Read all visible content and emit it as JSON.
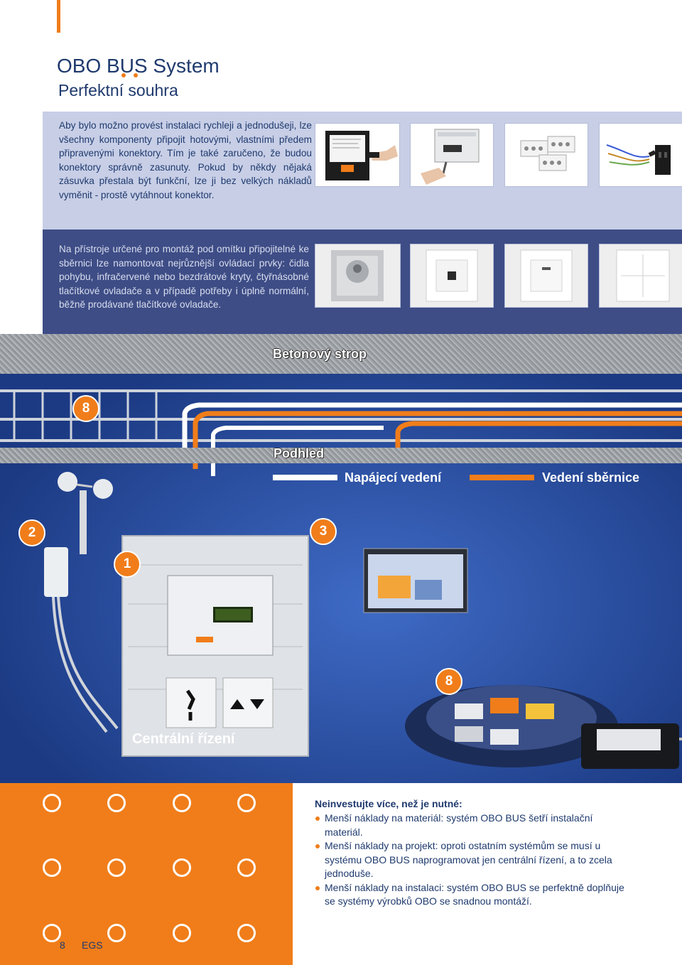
{
  "header": {
    "title": "OBO BUS System",
    "subtitle": "Perfektní souhra"
  },
  "section_connectors": {
    "text": "Aby bylo možno provést instalaci rychleji a jednodušeji, lze všechny komponenty připojit hotovými, vlastními předem připravenými konektory. Tím je také zaručeno, že budou konektory správně zasunuty. Pokud by někdy nějaká zásuvka přestala být funkční, lze ji bez velkých nákladů vyměnit - prostě vytáhnout konektor."
  },
  "section_devices": {
    "text": "Na přístroje určené pro montáž pod omítku připojitelné ke sběrnici lze namontovat nejrůznější ovládací prvky: čidla pohybu, infračervené nebo bezdrátové kryty, čtyřnásobné tlačítkové ovladače a v případě potřeby i úplně normální, běžně prodávané tlačítkové ovladače."
  },
  "diagram": {
    "ceiling_label": "Betonový strop",
    "subceiling_label": "Podhled",
    "legend_power": "Napájecí vedení",
    "legend_bus": "Vedení sběrnice",
    "central_label": "Centrální řízení",
    "badges": [
      "8",
      "2",
      "3",
      "1",
      "8"
    ],
    "colors": {
      "power_line": "#ffffff",
      "bus_line": "#f07d1a",
      "background": "#1c3a83"
    }
  },
  "info": {
    "title": "Neinvestujte více, než je nutné:",
    "items": [
      "Menší náklady na materiál: systém OBO BUS šetří instalační materiál.",
      "Menší náklady na projekt: oproti ostatním systémům se musí u systému OBO BUS naprogramovat jen centrální řízení, a to zcela jednoduše.",
      "Menší náklady na instalaci: systém OBO BUS se perfektně doplňuje se systémy výrobků OBO se snadnou montáží."
    ]
  },
  "footer": {
    "page_number": "8",
    "section": "EGS"
  },
  "colors": {
    "accent": "#f07d1a",
    "brand_blue": "#1f3a6e",
    "band_light": "#c7cee6",
    "band_dark": "#3e4d86"
  }
}
